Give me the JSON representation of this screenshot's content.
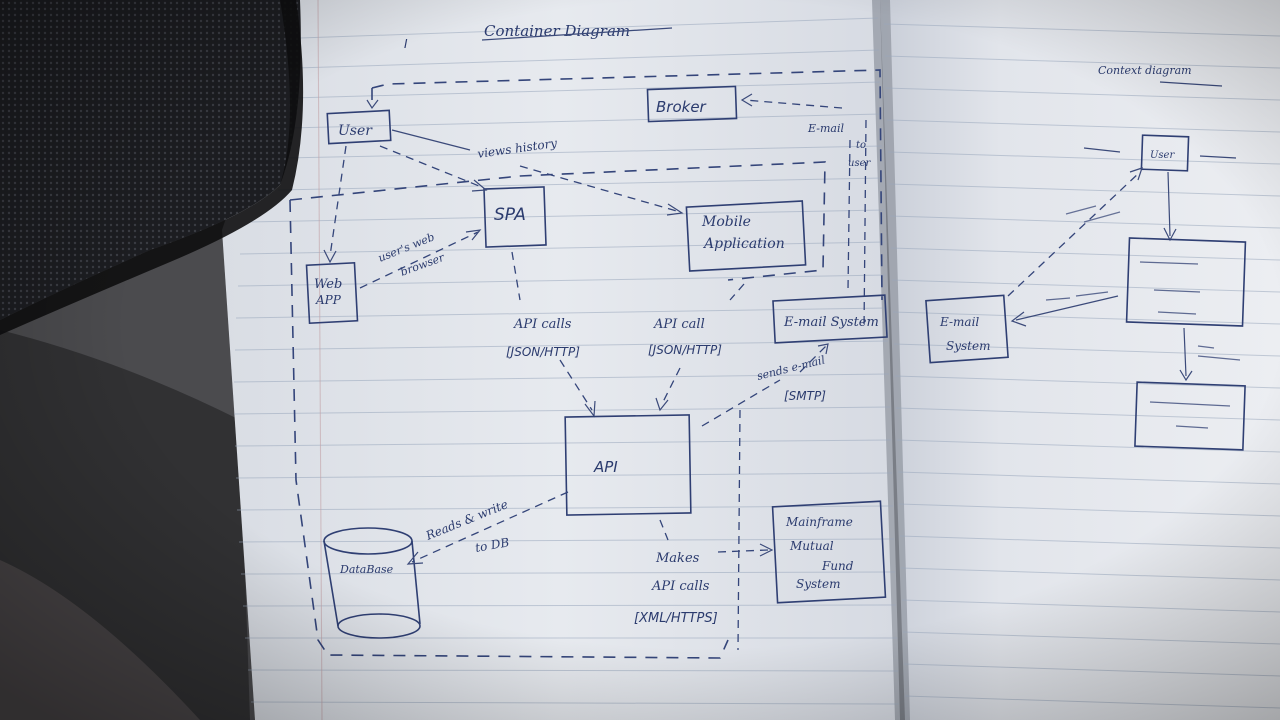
{
  "left_page": {
    "title": "Container Diagram",
    "nodes": {
      "user": "User",
      "broker": "Broker",
      "spa": "SPA",
      "mobile_line1": "Mobile",
      "mobile_line2": "Application",
      "web_line1": "Web",
      "web_line2": "APP",
      "email": "E-mail System",
      "api": "API",
      "database": "DataBase",
      "mainframe_line1": "Mainframe",
      "mainframe_line2": "Mutual",
      "mainframe_line3": "Fund",
      "mainframe_line4": "System"
    },
    "edges": {
      "views_history": "views history",
      "email_to_user_1": "E-mail",
      "email_to_user_2": "to",
      "email_to_user_3": "user",
      "delivers_line1": "user's web",
      "delivers_line2": "browser",
      "api_calls_spa_1": "API calls",
      "api_calls_spa_2": "[JSON/HTTP]",
      "api_calls_mobile_1": "API call",
      "api_calls_mobile_2": "[JSON/HTTP]",
      "sends_email_1": "sends e-mail",
      "sends_email_2": "[SMTP]",
      "reads_writes_1": "Reads & write",
      "reads_writes_2": "to DB",
      "makes_api_1": "Makes",
      "makes_api_2": "API calls",
      "makes_api_3": "[XML/HTTPS]"
    }
  },
  "right_page": {
    "title": "Context diagram",
    "nodes": {
      "user": "User",
      "email_line1": "E-mail",
      "email_line2": "System"
    }
  }
}
